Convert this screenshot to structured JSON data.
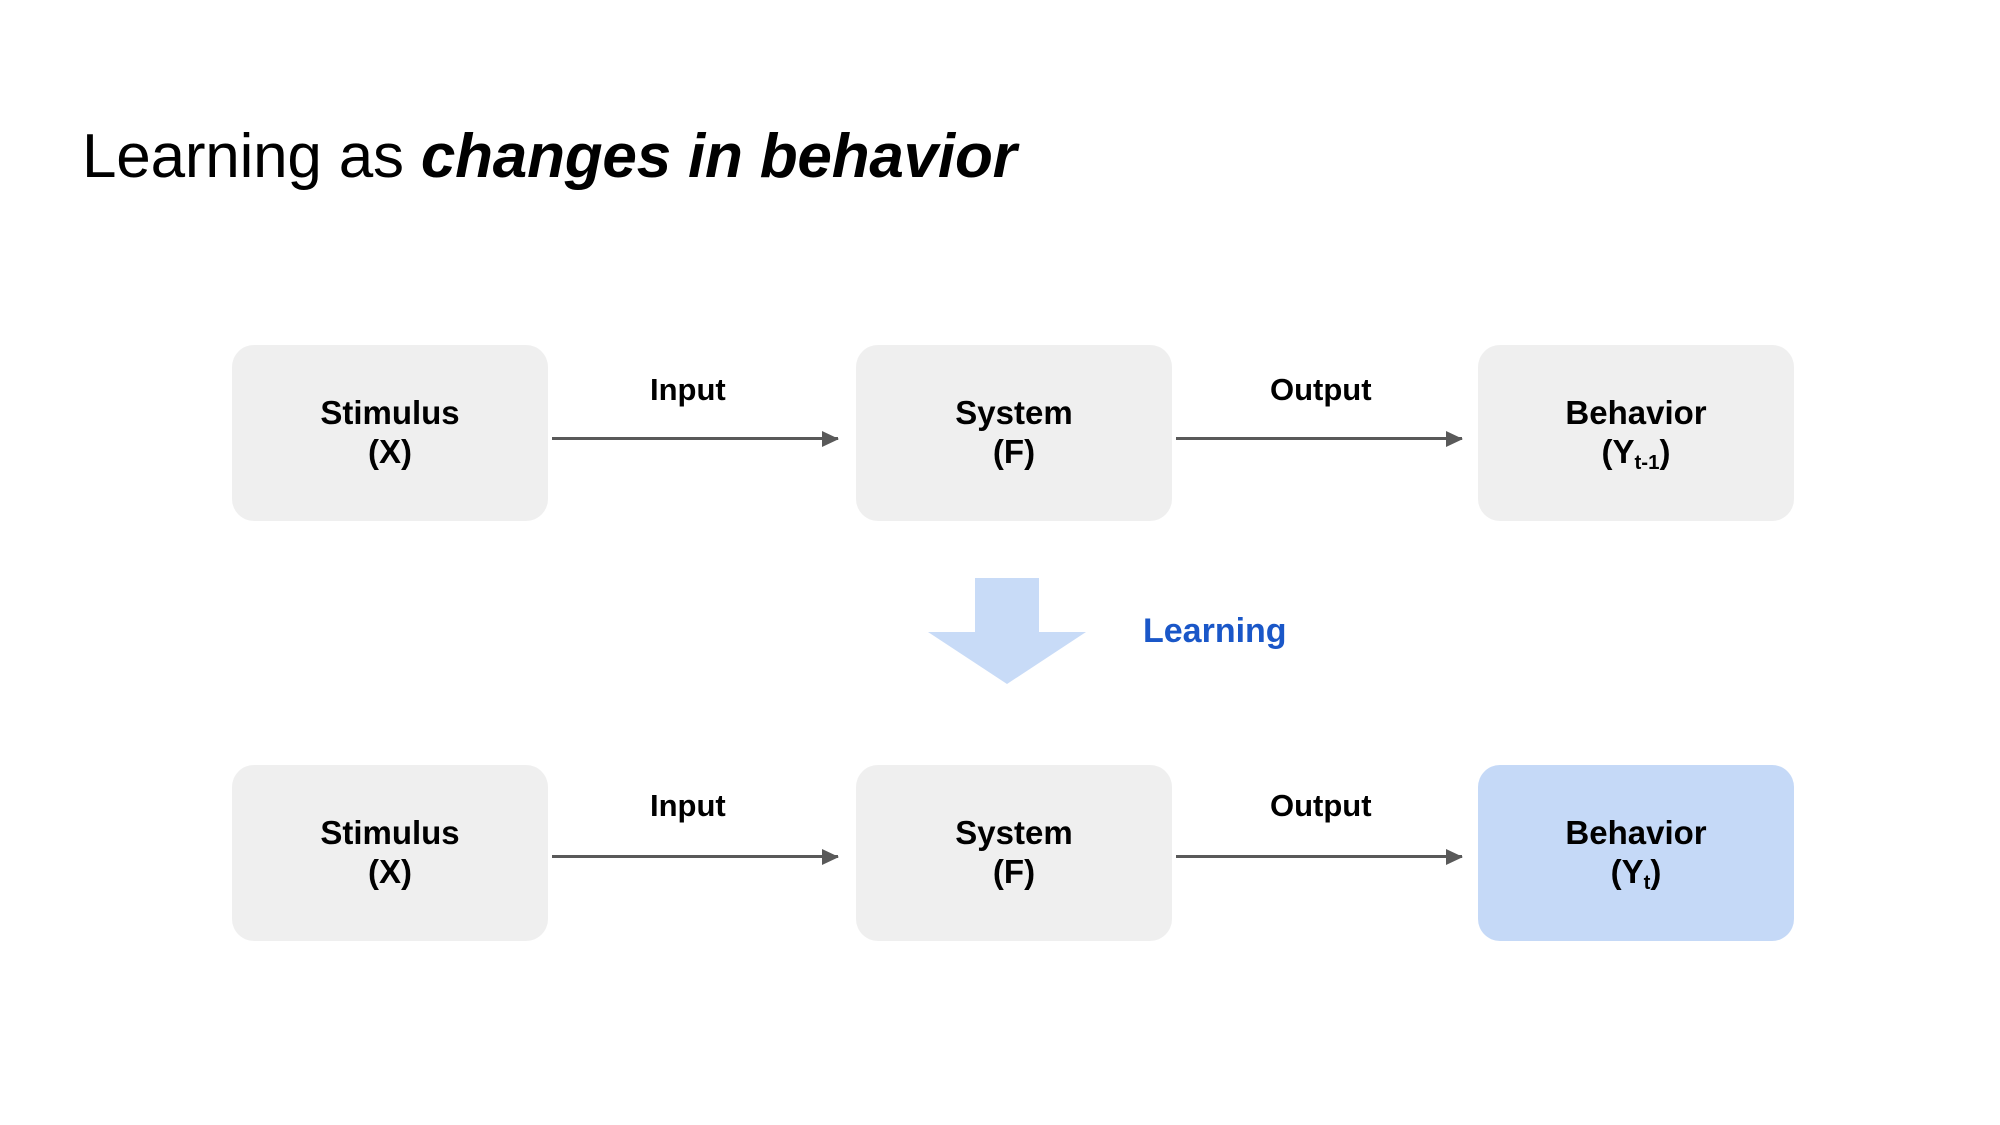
{
  "slide": {
    "background_color": "#ffffff",
    "title": {
      "plain_part": "Learning as ",
      "emphasis_part": "changes in behavior"
    }
  },
  "colors": {
    "node_default_fill": "#efefef",
    "node_highlight_fill": "#c5d9f7",
    "connector": "#595959",
    "learning_arrow_fill": "#c8dbf7",
    "learning_text": "#1a57c8",
    "text": "#000000"
  },
  "diagram": {
    "rows": [
      {
        "id": "before",
        "nodes": [
          {
            "id": "stimulus-before",
            "line1": "Stimulus",
            "line2": "(X)",
            "subscript": "",
            "highlighted": false
          },
          {
            "id": "system-before",
            "line1": "System",
            "line2": "(F)",
            "subscript": "",
            "highlighted": false
          },
          {
            "id": "behavior-before",
            "line1": "Behavior",
            "line2_prefix": "(Y",
            "subscript": "t-1",
            "line2_suffix": ")",
            "highlighted": false
          }
        ],
        "connector_labels": [
          "Input",
          "Output"
        ]
      },
      {
        "id": "after",
        "nodes": [
          {
            "id": "stimulus-after",
            "line1": "Stimulus",
            "line2": "(X)",
            "subscript": "",
            "highlighted": false
          },
          {
            "id": "system-after",
            "line1": "System",
            "line2": "(F)",
            "subscript": "",
            "highlighted": false
          },
          {
            "id": "behavior-after",
            "line1": "Behavior",
            "line2_prefix": "(Y",
            "subscript": "t",
            "line2_suffix": ")",
            "highlighted": true
          }
        ],
        "connector_labels": [
          "Input",
          "Output"
        ]
      }
    ],
    "transition": {
      "icon": "down-block-arrow-icon",
      "label": "Learning"
    }
  }
}
